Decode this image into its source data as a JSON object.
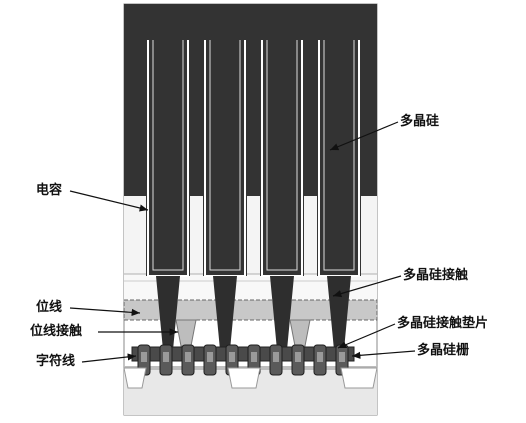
{
  "labels": {
    "polysilicon": "多晶硅",
    "capacitor": "电容",
    "poly_contact": "多晶硅接触",
    "bit_line": "位线",
    "bit_line_contact": "位线接触",
    "poly_contact_pad": "多晶硅接触垫片",
    "word_line": "字符线",
    "poly_gate": "多晶硅栅"
  },
  "colors": {
    "polysilicon_dark": "#333333",
    "bit_line_fill": "#c8c8c8",
    "substrate": "#dcdcdc",
    "gate": "#3a3a3a",
    "contact_pad": "#6a6a6a"
  }
}
